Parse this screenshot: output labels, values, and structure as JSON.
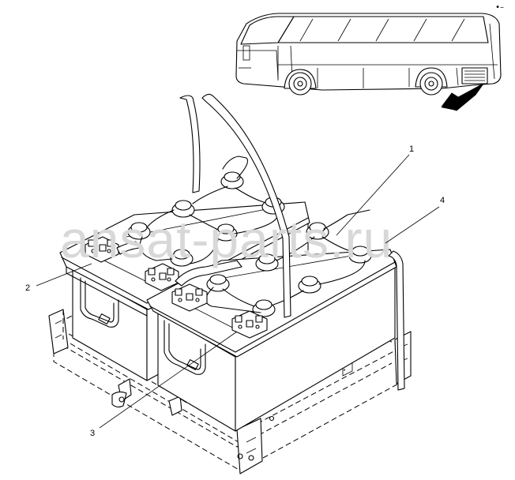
{
  "diagram": {
    "corner_mark": "•–",
    "watermark": "ansat-parts.ru",
    "callouts": [
      {
        "id": "1",
        "text": "1"
      },
      {
        "id": "2",
        "text": "2"
      },
      {
        "id": "3",
        "text": "3"
      },
      {
        "id": "4",
        "text": "4"
      }
    ]
  }
}
